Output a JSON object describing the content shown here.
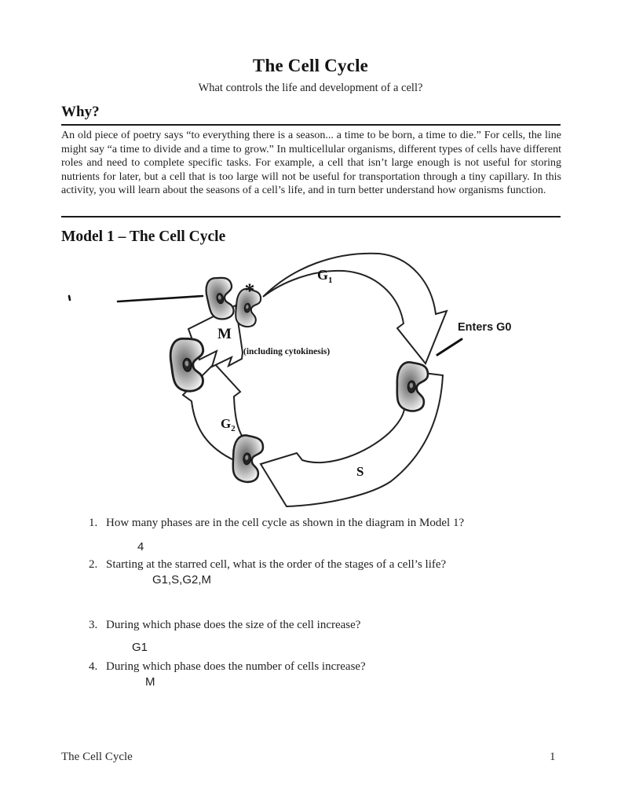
{
  "page": {
    "title": "The Cell Cycle",
    "subtitle": "What controls the life and development of a cell?",
    "why_heading": "Why?",
    "why_body": "An old piece of poetry says “to everything there is a season... a time to be born, a time to die.” For cells, the line might say “a time to divide and a time to grow.” In multicellular organisms, different types of cells have different roles and need to complete specific tasks. For example, a cell that isn’t large enough is not useful for storing nutrients for later, but a cell that is too large will not be useful for transportation through a tiny capillary. In this activity, you will learn about the seasons of a cell’s life, and in turn better understand how organisms function.",
    "model_heading": "Model 1 – The Cell Cycle"
  },
  "diagram": {
    "labels": {
      "g1_base": "G",
      "g1_sub": "1",
      "g2_base": "G",
      "g2_sub": "2",
      "s": "S",
      "m": "M",
      "cytokinesis": "(including cytokinesis)",
      "enters_g0": "Enters G0",
      "star": "*"
    }
  },
  "questions": [
    {
      "number": "1.",
      "text": "How many phases are in the cell cycle as shown in the diagram in Model 1?",
      "answer": "4"
    },
    {
      "number": "2.",
      "text": "Starting at the starred cell, what is the order of the stages of a cell’s life?",
      "answer": "G1,S,G2,M"
    },
    {
      "number": "3.",
      "text": "During which phase does the size of the cell increase?",
      "answer": "G1"
    },
    {
      "number": "4.",
      "text": "During which phase does the number of cells increase?",
      "answer": "M"
    }
  ],
  "footer": {
    "left": "The Cell Cycle",
    "page_number": "1"
  }
}
